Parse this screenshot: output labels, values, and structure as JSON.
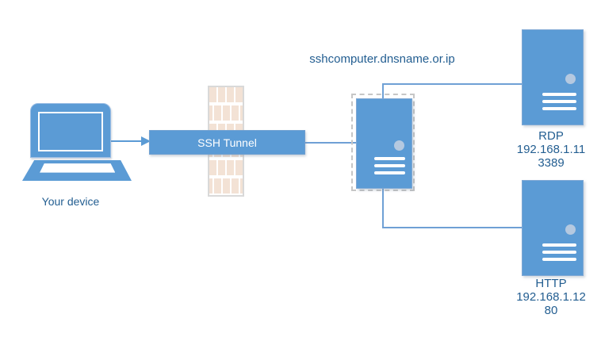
{
  "device": {
    "label": "Your device"
  },
  "tunnel": {
    "label": "SSH Tunnel"
  },
  "ssh_server": {
    "hostname": "sshcomputer.dnsname.or.ip"
  },
  "targets": [
    {
      "name": "RDP",
      "ip": "192.168.1.11",
      "port": "3389"
    },
    {
      "name": "HTTP",
      "ip": "192.168.1.12",
      "port": "80"
    }
  ],
  "icons": {
    "laptop": "laptop-icon",
    "firewall": "firewall-brick-wall-icon",
    "server": "server-icon",
    "arrow": "right-arrow-icon"
  },
  "colors": {
    "shape_blue": "#5b9bd5",
    "connector_blue": "#6fa0d5",
    "label_blue": "#235e91",
    "brick_fill": "#f3e2d5",
    "brick_mortar": "#ffffff",
    "wall_border": "#d9d9d9",
    "dashed_border": "#c6c6c6",
    "white": "#ffffff"
  }
}
